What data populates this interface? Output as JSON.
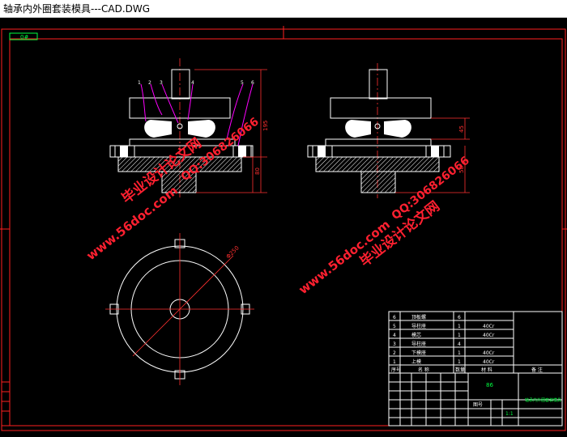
{
  "window": {
    "title": "轴承内外圈套装模具---CAD.DWG"
  },
  "drawing": {
    "corner_tag": "0#",
    "part_numbers": [
      "1",
      "2",
      "3",
      "4",
      "5",
      "6"
    ],
    "dimensions": {
      "total_height": "195",
      "lower_height": "80",
      "right_top": "45",
      "right_bottom": "58",
      "diameter": "Φ250"
    }
  },
  "watermarks": {
    "brand": "毕业设计论文网",
    "site": "www.56doc.com",
    "qq": "QQ:306826066"
  },
  "bom_rows": [
    {
      "no": "6",
      "name": "顶板螺",
      "qty": "6",
      "material": ""
    },
    {
      "no": "5",
      "name": "导柱座",
      "qty": "1",
      "material": "40Cr"
    },
    {
      "no": "4",
      "name": "模芯",
      "qty": "1",
      "material": "40Cr"
    },
    {
      "no": "3",
      "name": "导柱座",
      "qty": "4",
      "material": ""
    },
    {
      "no": "2",
      "name": "下模座",
      "qty": "1",
      "material": "40Cr"
    },
    {
      "no": "1",
      "name": "上模",
      "qty": "1",
      "material": "40Cr"
    }
  ],
  "title_block": {
    "headers": [
      "序号",
      "名 称",
      "数量",
      "材 料",
      "备 注"
    ],
    "green_mark": "86",
    "drawing_name": "轴承内外圈套装模具",
    "sheet_label": "图号",
    "scale_mark": "1:1"
  },
  "colors": {
    "background": "#000000",
    "frame": "#ff2020",
    "outline": "#ffffff",
    "dimension": "#ff3030",
    "leader": "#ff00ff",
    "hatch": "#ffffff",
    "accent": "#00ff40"
  }
}
